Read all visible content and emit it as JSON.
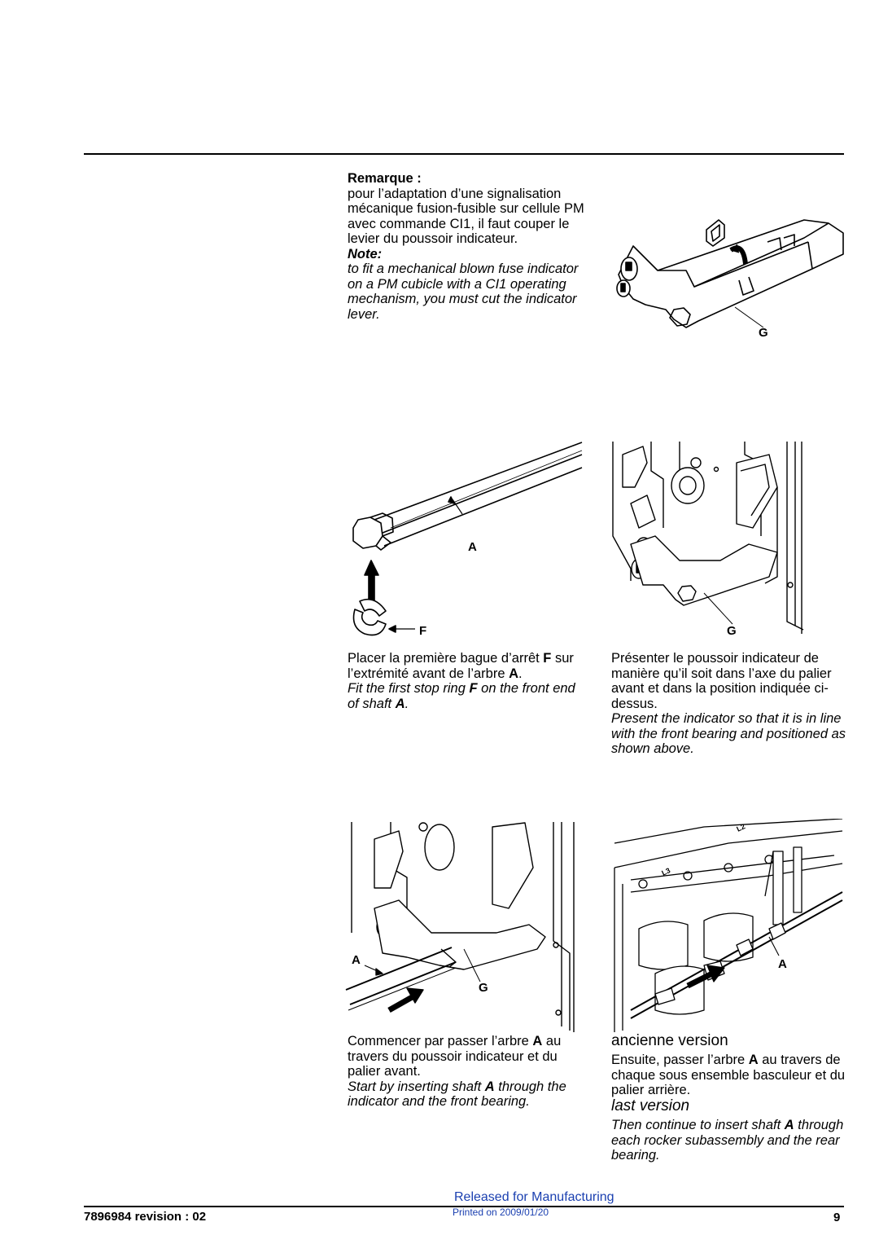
{
  "note": {
    "fr_title": "Remarque :",
    "fr_body": "pour l’adaptation d’une signalisation mécanique fusion-fusible sur cellule PM avec commande CI1, il faut couper le levier du poussoir indicateur.",
    "en_title": "Note:",
    "en_body": "to fit a mechanical blown fuse indicator on a PM cubicle with a CI1 operating mechanism, you must cut the indicator lever."
  },
  "fig_labels": {
    "g": "G",
    "a": "A",
    "f": "F",
    "l2": "L2",
    "l3": "L3"
  },
  "step1": {
    "fr_a": "Placer la première bague d’arrêt ",
    "fr_b": "F",
    "fr_c": " sur l’extrémité avant de l’arbre ",
    "fr_d": "A",
    "fr_e": ".",
    "en_a": "Fit the first stop ring ",
    "en_b": "F",
    "en_c": " on the front end of shaft ",
    "en_d": "A",
    "en_e": "."
  },
  "step2": {
    "fr": "Présenter le poussoir indicateur de manière qu’il soit dans l’axe du palier avant et dans la position indiquée ci-dessus.",
    "en": "Present the indicator so that it is in line with the front bearing and positioned as shown above."
  },
  "step3": {
    "fr_a": "Commencer par passer l’arbre ",
    "fr_b": "A",
    "fr_c": " au travers du poussoir indicateur et du palier avant.",
    "en_a": "Start by inserting shaft ",
    "en_b": "A",
    "en_c": " through the indicator and the front bearing."
  },
  "step4": {
    "heading_old": "ancienne version",
    "fr_a": "Ensuite, passer l’arbre ",
    "fr_b": "A",
    "fr_c": " au travers de chaque sous ensemble basculeur et du palier arrière.",
    "heading_last": "last version",
    "en_a": "Then continue to insert shaft ",
    "en_b": "A",
    "en_c": " through each rocker subassembly and the rear bearing."
  },
  "footer": {
    "doc_ref": "7896984 revision : 02",
    "released": "Released for Manufacturing",
    "printed": "Printed on 2009/01/20",
    "page_number": "9"
  }
}
